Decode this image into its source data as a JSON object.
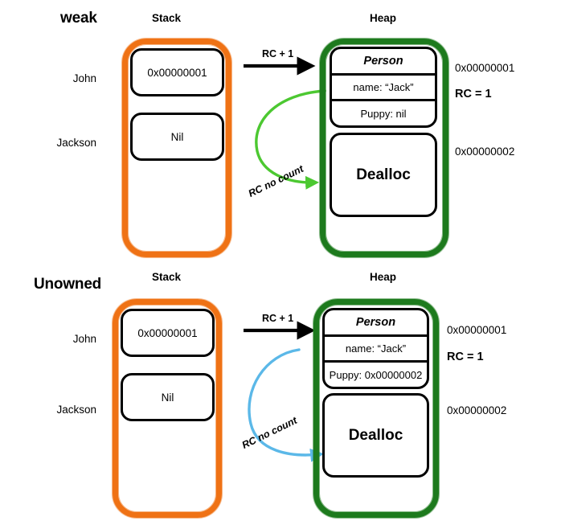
{
  "diagram": {
    "title_hidden": "Swift ARC weak vs unowned reference diagram",
    "colors": {
      "stack_border": "#ef7215",
      "heap_border": "#1d7a1d",
      "weak_arrow": "#4cc831",
      "unowned_arrow": "#5bb8e8",
      "ink": "#000000",
      "background": "#ffffff"
    },
    "panels": [
      {
        "id": "weak",
        "mode_label": "weak",
        "stack": {
          "title": "Stack",
          "variables": [
            {
              "name": "John",
              "value": "0x00000001"
            },
            {
              "name": "Jackson",
              "value": "Nil"
            }
          ]
        },
        "heap": {
          "title": "Heap",
          "objects": [
            {
              "kind": "record",
              "type_name": "Person",
              "fields": [
                "name: “Jack”",
                "Puppy: nil"
              ],
              "address": "0x00000001",
              "refcount": "RC = 1"
            },
            {
              "kind": "block",
              "label": "Dealloc",
              "address": "0x00000002"
            }
          ]
        },
        "arrows": {
          "strong": {
            "label": "RC + 1",
            "color": "#000000"
          },
          "weak": {
            "label": "RC no count",
            "color": "#4cc831"
          }
        }
      },
      {
        "id": "unowned",
        "mode_label": "Unowned",
        "stack": {
          "title": "Stack",
          "variables": [
            {
              "name": "John",
              "value": "0x00000001"
            },
            {
              "name": "Jackson",
              "value": "Nil"
            }
          ]
        },
        "heap": {
          "title": "Heap",
          "objects": [
            {
              "kind": "record",
              "type_name": "Person",
              "fields": [
                "name: “Jack”",
                "Puppy: 0x00000002"
              ],
              "address": "0x00000001",
              "refcount": "RC = 1"
            },
            {
              "kind": "block",
              "label": "Dealloc",
              "address": "0x00000002"
            }
          ]
        },
        "arrows": {
          "strong": {
            "label": "RC + 1",
            "color": "#000000"
          },
          "weak": {
            "label": "RC no count",
            "color": "#5bb8e8"
          }
        }
      }
    ]
  }
}
